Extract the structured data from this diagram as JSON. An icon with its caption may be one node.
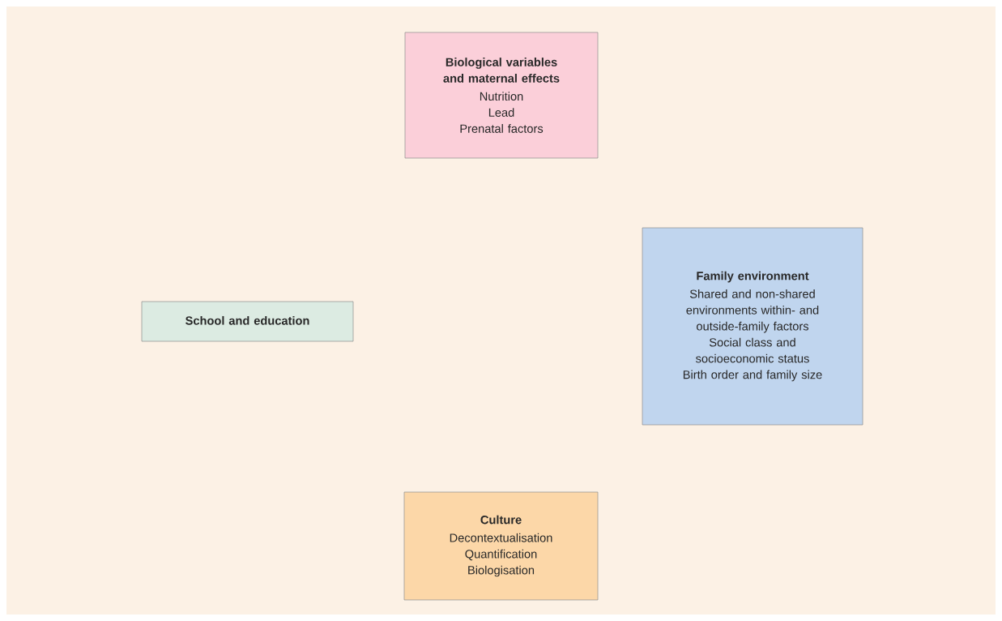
{
  "diagram": {
    "nodes": [
      {
        "text": [
          "Biological variables and maternal effects",
          "Nutrition",
          "Lead",
          "Prenatal factors"
        ]
      },
      {
        "text": [
          "Family environment",
          "Shared and non-shared environments within- and outside-family factors",
          "Social class and socioeconomic status",
          "Birth order and family size"
        ]
      },
      {
        "text": [
          "School and education"
        ]
      },
      {
        "text": [
          "Culture",
          "Decontextualisation",
          "Quantification",
          "Biologisation"
        ]
      }
    ]
  }
}
